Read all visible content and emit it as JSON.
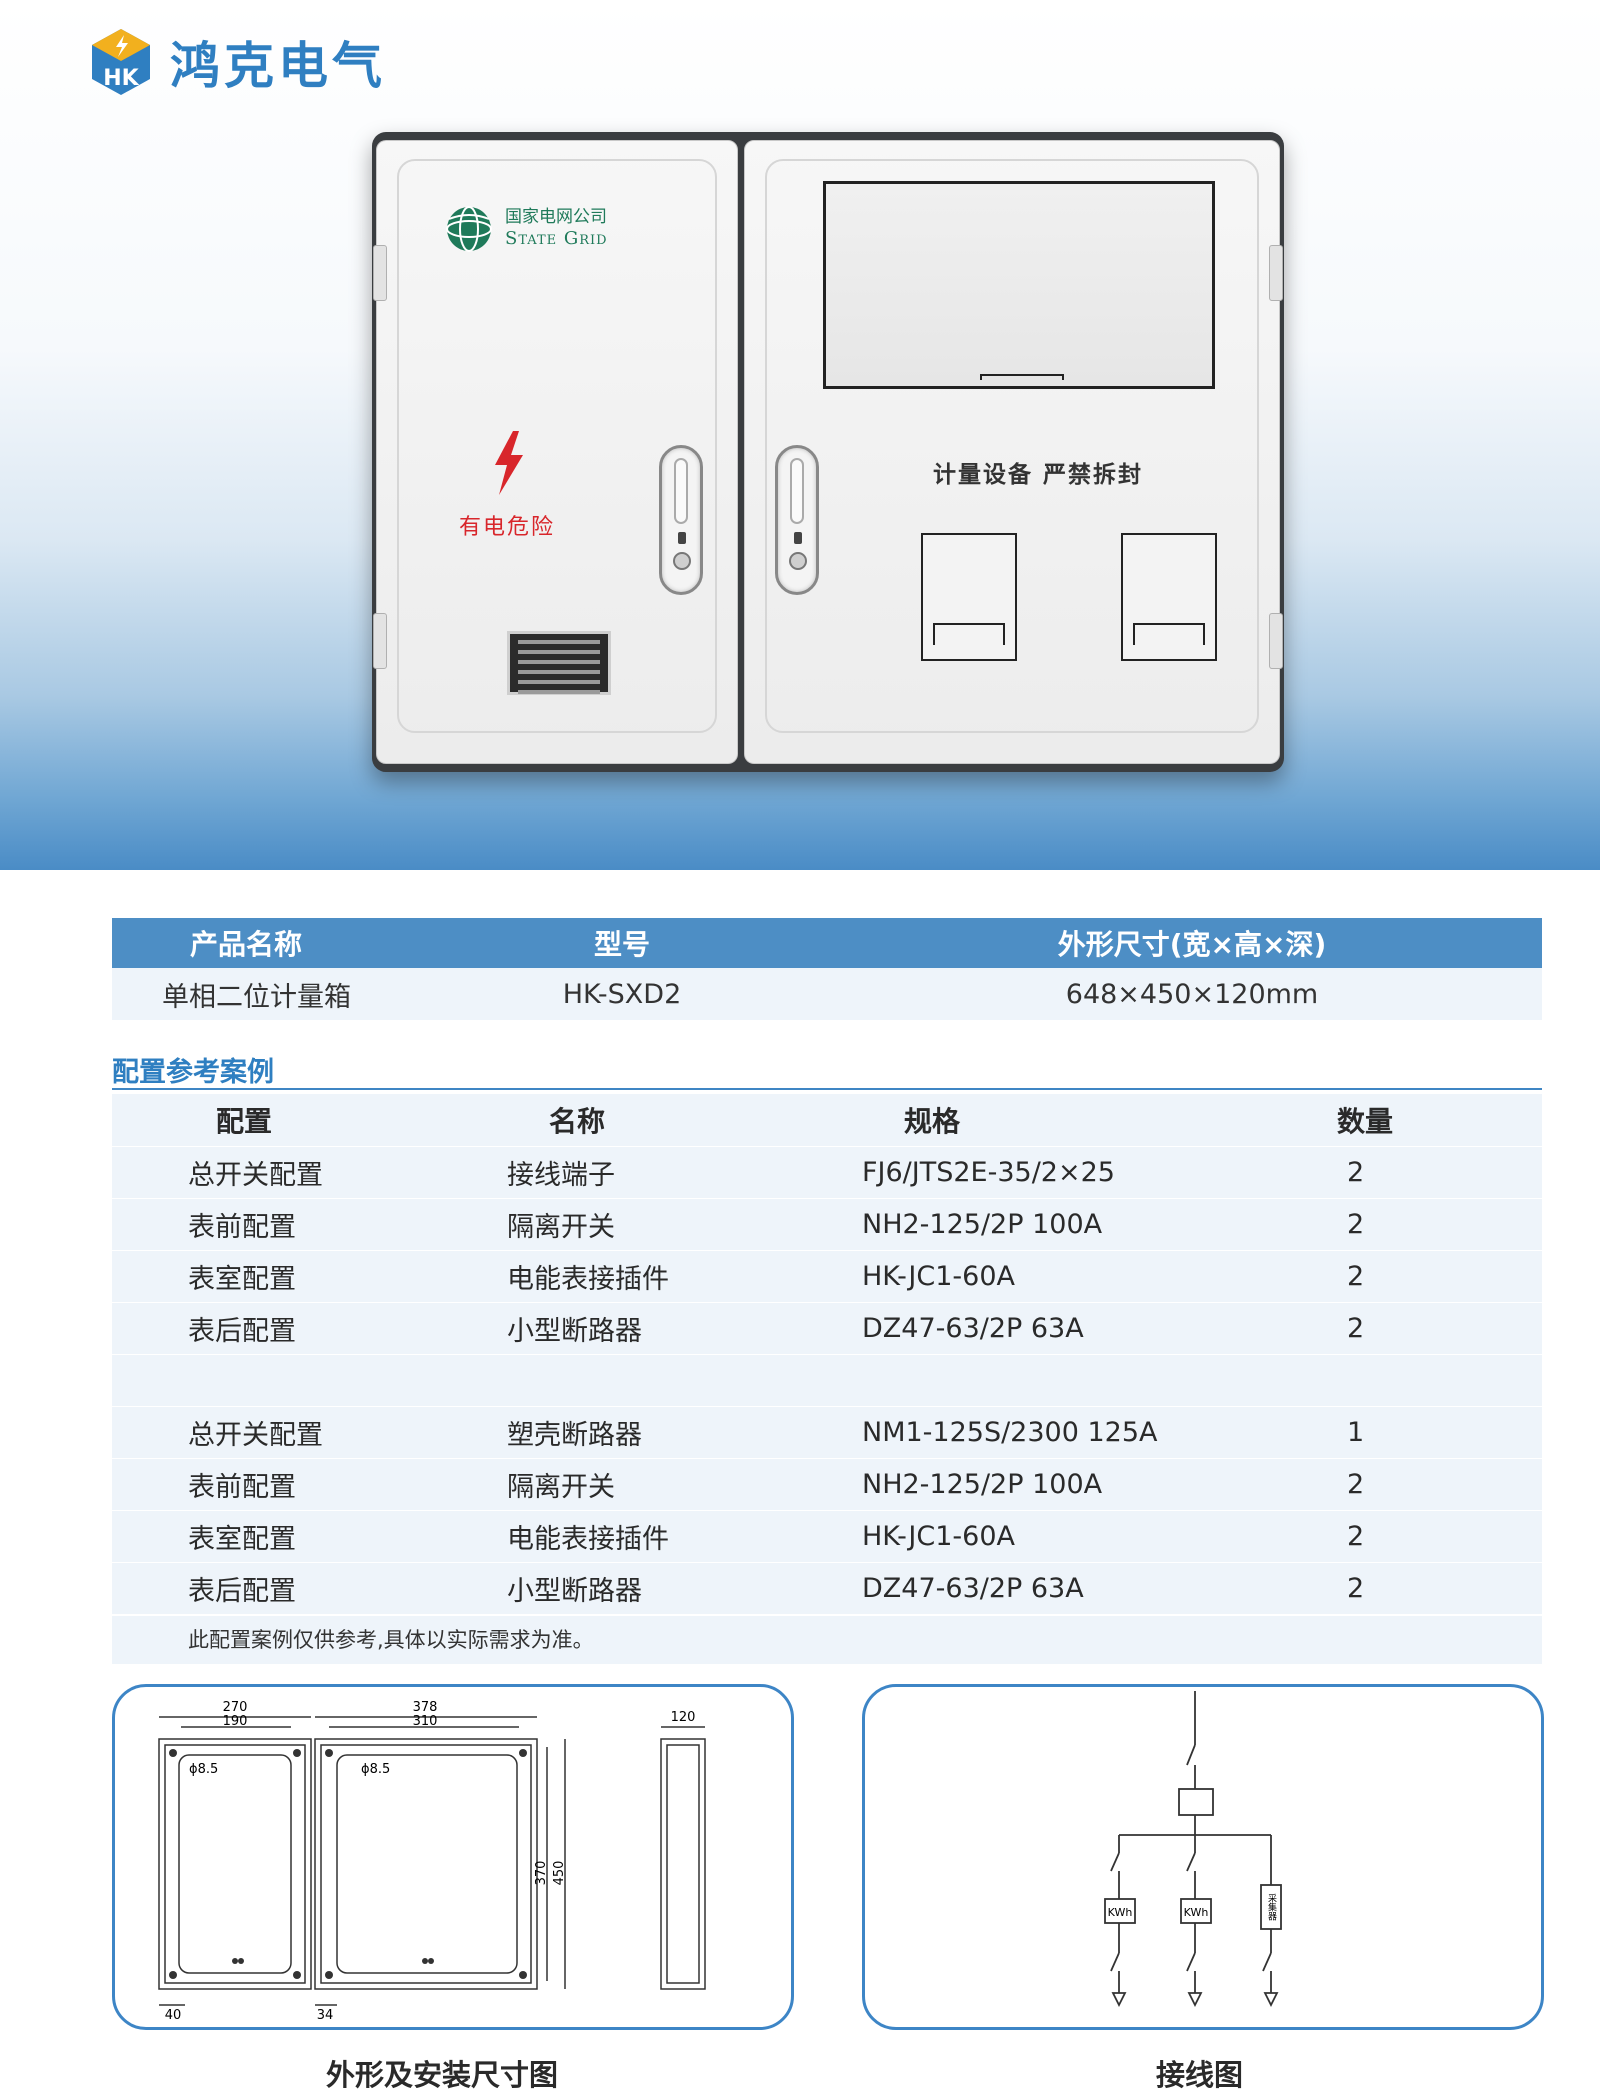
{
  "brand": {
    "name": "鸿克电气",
    "mark": "HK",
    "mark_color": "#2f7fc1",
    "accent": "#f2b01e"
  },
  "product_photo": {
    "state_grid_cn": "国家电网公司",
    "state_grid_en": "State Grid",
    "danger_label": "有电危险",
    "seal_label": "计量设备 严禁拆封"
  },
  "product_table": {
    "headers": [
      "产品名称",
      "型号",
      "外形尺寸(宽×高×深)"
    ],
    "row": [
      "单相二位计量箱",
      "HK-SXD2",
      "648×450×120mm"
    ]
  },
  "config": {
    "title": "配置参考案例",
    "headers": [
      "配置",
      "名称",
      "规格",
      "数量"
    ],
    "group1": [
      [
        "总开关配置",
        "接线端子",
        "FJ6/JTS2E-35/2×25",
        "2"
      ],
      [
        "表前配置",
        "隔离开关",
        "NH2-125/2P 100A",
        "2"
      ],
      [
        "表室配置",
        "电能表接插件",
        "HK-JC1-60A",
        "2"
      ],
      [
        "表后配置",
        "小型断路器",
        "DZ47-63/2P 63A",
        "2"
      ]
    ],
    "group2": [
      [
        "总开关配置",
        "塑壳断路器",
        "NM1-125S/2300 125A",
        "1"
      ],
      [
        "表前配置",
        "隔离开关",
        "NH2-125/2P 100A",
        "2"
      ],
      [
        "表室配置",
        "电能表接插件",
        "HK-JC1-60A",
        "2"
      ],
      [
        "表后配置",
        "小型断路器",
        "DZ47-63/2P 63A",
        "2"
      ]
    ],
    "note": "此配置案例仅供参考,具体以实际需求为准。"
  },
  "dimension_drawing": {
    "caption": "外形及安装尺寸图",
    "labels": {
      "w_left_outer": "270",
      "w_left_inner": "190",
      "w_right_outer": "378",
      "w_right_inner": "310",
      "depth": "120",
      "h_inner": "370",
      "h_outer": "450",
      "hole_left": "ϕ8.5",
      "hole_right": "ϕ8.5",
      "margin_left": "40",
      "margin_mid": "34"
    }
  },
  "wiring_diagram": {
    "caption": "接线图",
    "meter1": "KWh",
    "meter2": "KWh",
    "collector": "采集器"
  },
  "colors": {
    "header_blue": "#4d8ec5",
    "row_bg": "#eef4fa",
    "danger_red": "#d8262b",
    "state_grid_green": "#1f7a5a"
  }
}
